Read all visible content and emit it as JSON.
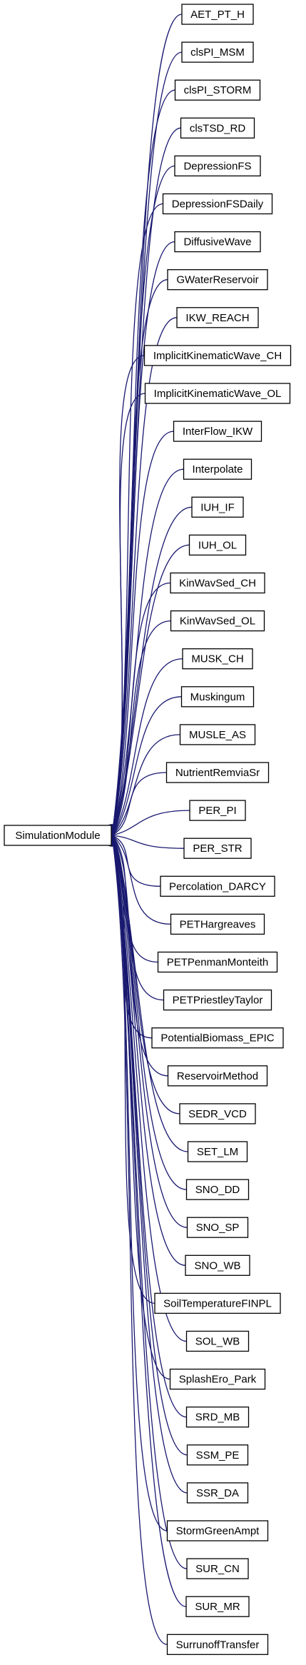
{
  "diagram": {
    "base": {
      "label": "SimulationModule"
    },
    "derived": [
      {
        "label": "AET_PT_H"
      },
      {
        "label": "clsPI_MSM"
      },
      {
        "label": "clsPI_STORM"
      },
      {
        "label": "clsTSD_RD"
      },
      {
        "label": "DepressionFS"
      },
      {
        "label": "DepressionFSDaily"
      },
      {
        "label": "DiffusiveWave"
      },
      {
        "label": "GWaterReservoir"
      },
      {
        "label": "IKW_REACH"
      },
      {
        "label": "ImplicitKinematicWave_CH"
      },
      {
        "label": "ImplicitKinematicWave_OL"
      },
      {
        "label": "InterFlow_IKW"
      },
      {
        "label": "Interpolate"
      },
      {
        "label": "IUH_IF"
      },
      {
        "label": "IUH_OL"
      },
      {
        "label": "KinWavSed_CH"
      },
      {
        "label": "KinWavSed_OL"
      },
      {
        "label": "MUSK_CH"
      },
      {
        "label": "Muskingum"
      },
      {
        "label": "MUSLE_AS"
      },
      {
        "label": "NutrientRemviaSr"
      },
      {
        "label": "PER_PI"
      },
      {
        "label": "PER_STR"
      },
      {
        "label": "Percolation_DARCY"
      },
      {
        "label": "PETHargreaves"
      },
      {
        "label": "PETPenmanMonteith"
      },
      {
        "label": "PETPriestleyTaylor"
      },
      {
        "label": "PotentialBiomass_EPIC"
      },
      {
        "label": "ReservoirMethod"
      },
      {
        "label": "SEDR_VCD"
      },
      {
        "label": "SET_LM"
      },
      {
        "label": "SNO_DD"
      },
      {
        "label": "SNO_SP"
      },
      {
        "label": "SNO_WB"
      },
      {
        "label": "SoilTemperatureFINPL"
      },
      {
        "label": "SOL_WB"
      },
      {
        "label": "SplashEro_Park"
      },
      {
        "label": "SRD_MB"
      },
      {
        "label": "SSM_PE"
      },
      {
        "label": "SSR_DA"
      },
      {
        "label": "StormGreenAmpt"
      },
      {
        "label": "SUR_CN"
      },
      {
        "label": "SUR_MR"
      },
      {
        "label": "SurrunoffTransfer"
      }
    ],
    "colors": {
      "edge": "#191970",
      "box_stroke": "#000000",
      "background": "#ffffff"
    }
  }
}
